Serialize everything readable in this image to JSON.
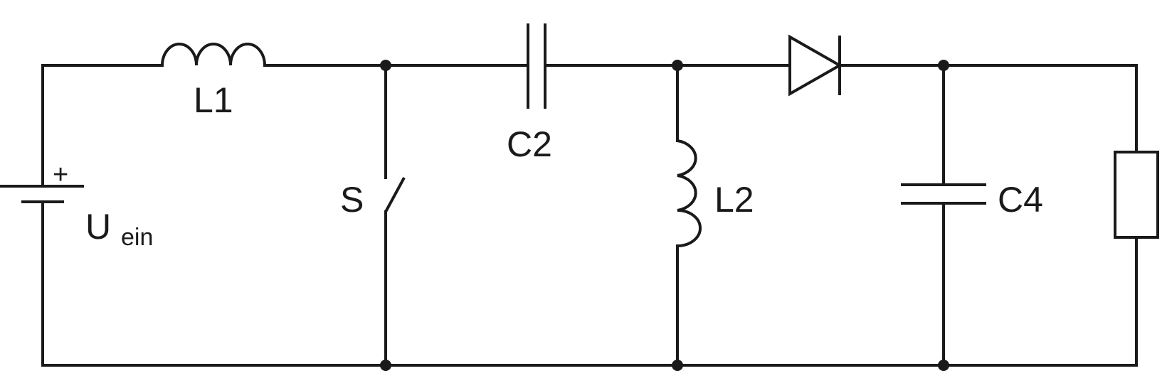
{
  "colors": {
    "line": "#1a1a1a",
    "background": "#ffffff"
  },
  "labels": {
    "l1": "L1",
    "c2": "C2",
    "l2": "L2",
    "c4": "C4",
    "s": "S",
    "u_main": "U",
    "u_sub": "ein",
    "plus": "+"
  }
}
